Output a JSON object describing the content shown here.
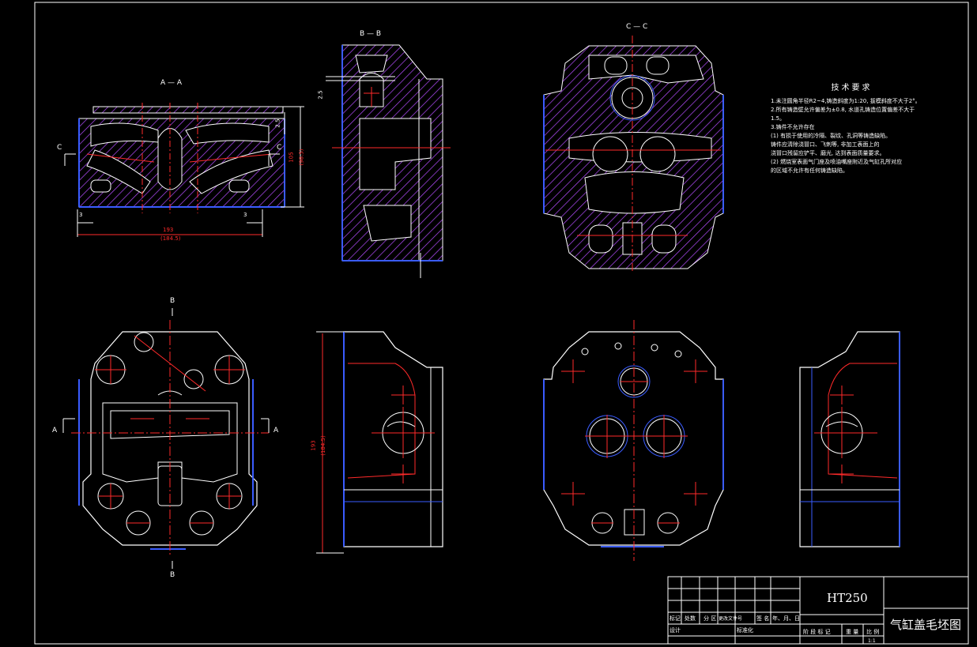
{
  "views": {
    "aa": "A — A",
    "bb": "B — B",
    "cc": "C — C"
  },
  "markers": {
    "c": "C",
    "a": "A",
    "b": "B"
  },
  "dims": {
    "d25a": "2.5",
    "d25b": "2.5",
    "d3a": "3",
    "d3b": "3",
    "width_main": "193",
    "width_sub": "(184.5)",
    "height_main": "105",
    "height_sub": "(98.5)",
    "side_main": "193",
    "side_sub": "(184.5)"
  },
  "notes": {
    "title": "技术要求",
    "lines": [
      "1.未注圆角半径R2~4,铸造斜度为1:20, 拔模斜度不大于2°。",
      "2.所有铸造壁允许偏差为±0.8, 水道孔铸造位置偏差不大于",
      "  1.5。",
      "3.铸件不允许存在",
      " (1) 有损于使用的冷隔、裂纹、孔洞等铸造缺陷。",
      "     铸件应清除浇冒口、飞刺等, 非加工表面上的",
      "     浇冒口残留应铲平、磨光, 达到表面质量要求。",
      " (2) 燃烧室表面气门座及喷油嘴座附近及气缸孔所对应",
      "     的区域不允许有任何铸造缺陷。"
    ]
  },
  "title_block": {
    "material": "HT250",
    "drawing_name": "气缸盖毛坯图",
    "h_mark": "标记",
    "h_count": "处数",
    "h_zone": "分 区",
    "h_docno": "更改文件号",
    "h_sign": "签 名",
    "h_date": "年、月、日",
    "h_design": "设计",
    "h_std": "标准化",
    "h_stage": "阶 段 标 记",
    "h_weight": "重 量",
    "h_scale": "比 例",
    "scale_val": "1:1"
  }
}
